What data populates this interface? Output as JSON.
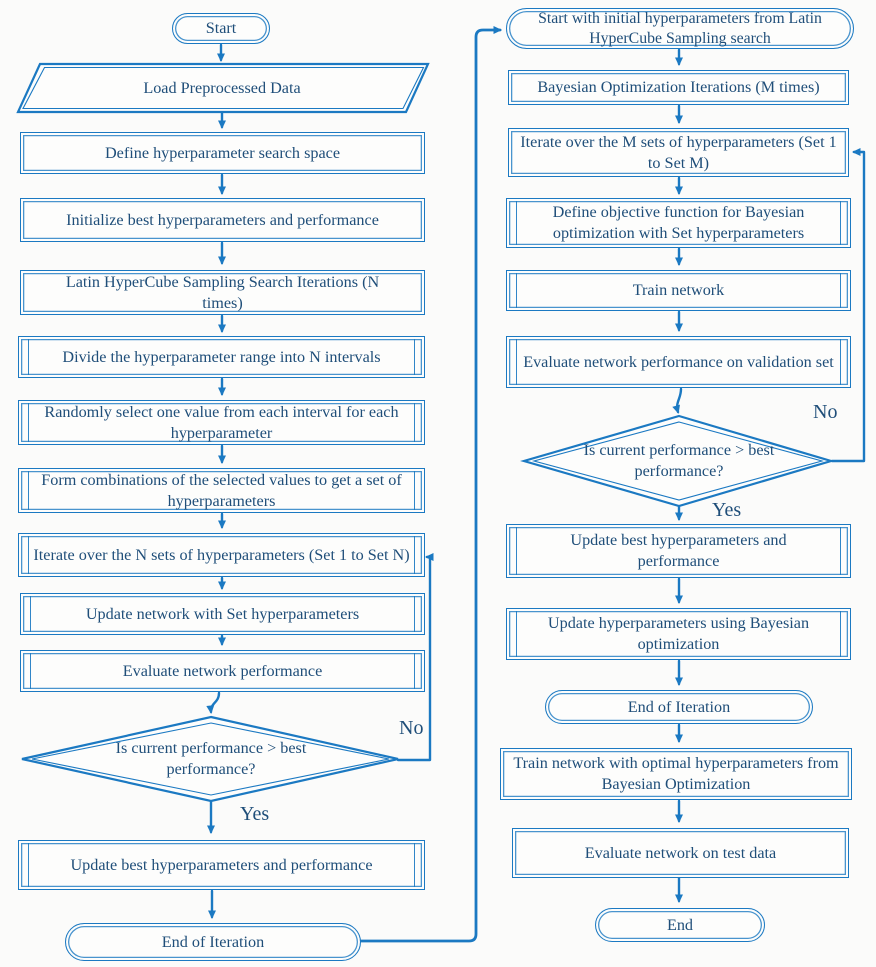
{
  "colors": {
    "line": "#1b79c2",
    "text": "#1f4e79",
    "background": "#fbfbfa",
    "shape_fill": "#fdfdfc"
  },
  "nodes": {
    "l_start": {
      "text": "Start"
    },
    "l_load": {
      "text": "Load Preprocessed Data"
    },
    "l_define": {
      "text": "Define hyperparameter search space"
    },
    "l_init": {
      "text": "Initialize best hyperparameters and performance"
    },
    "l_lhs": {
      "text": "Latin HyperCube Sampling Search Iterations (N times)"
    },
    "l_divide": {
      "text": "Divide the hyperparameter range into N intervals"
    },
    "l_random": {
      "text": "Randomly select one value from each interval for each hyperparameter"
    },
    "l_form": {
      "text": "Form combinations of the selected values to get a set of hyperparameters"
    },
    "l_iterate": {
      "text": "Iterate over the N sets of hyperparameters (Set 1 to Set N)"
    },
    "l_update_net": {
      "text": "Update network with Set hyperparameters"
    },
    "l_eval": {
      "text": "Evaluate network performance"
    },
    "l_decision": {
      "text": "Is current performance > best performance?"
    },
    "l_update_best": {
      "text": "Update best hyperparameters and performance"
    },
    "l_end_iter": {
      "text": "End of Iteration"
    },
    "r_start": {
      "text": "Start with initial hyperparameters from Latin HyperCube Sampling search"
    },
    "r_bayes": {
      "text": "Bayesian Optimization Iterations (M times)"
    },
    "r_iterate": {
      "text": "Iterate over the M sets of hyperparameters (Set 1 to Set M)"
    },
    "r_objective": {
      "text": "Define objective function for Bayesian optimization with Set hyperparameters"
    },
    "r_train": {
      "text": "Train network"
    },
    "r_eval_val": {
      "text": "Evaluate network performance on validation set"
    },
    "r_decision": {
      "text": "Is current performance > best performance?"
    },
    "r_update_best": {
      "text": "Update best hyperparameters and performance"
    },
    "r_update_hyper": {
      "text": "Update hyperparameters using Bayesian optimization"
    },
    "r_end_iter": {
      "text": "End of Iteration"
    },
    "r_train_opt": {
      "text": "Train network with optimal hyperparameters from Bayesian Optimization"
    },
    "r_eval_test": {
      "text": "Evaluate network on test data"
    },
    "r_end": {
      "text": "End"
    }
  },
  "labels": {
    "no_left": "No",
    "yes_left": "Yes",
    "no_right": "No",
    "yes_right": "Yes"
  }
}
